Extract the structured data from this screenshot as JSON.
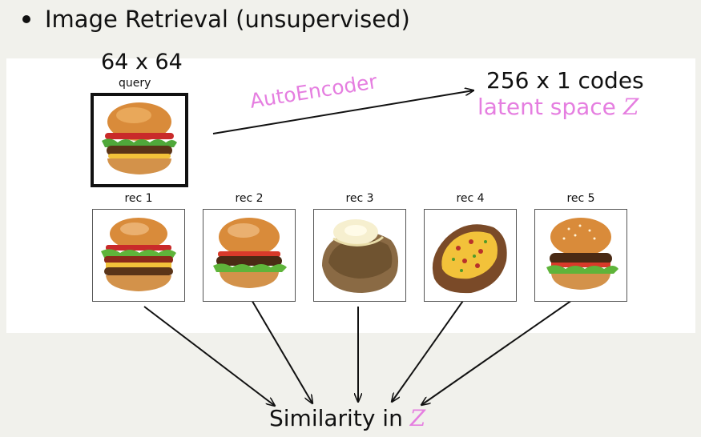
{
  "bullet": {
    "text": "Image Retrieval (unsupervised)"
  },
  "query": {
    "dimension_label": "64 x 64",
    "label": "query"
  },
  "encoder": {
    "label": "AutoEncoder"
  },
  "latent": {
    "codes_label": "256 x 1 codes",
    "space_prefix": "latent space ",
    "symbol": "Z"
  },
  "recs": [
    {
      "label": "rec 1",
      "image": "burger-icon"
    },
    {
      "label": "rec 2",
      "image": "burger-icon"
    },
    {
      "label": "rec 3",
      "image": "baked-potato-icon"
    },
    {
      "label": "rec 4",
      "image": "loaded-potato-icon"
    },
    {
      "label": "rec 5",
      "image": "burger-icon"
    }
  ],
  "similarity": {
    "prefix": "Similarity in ",
    "symbol": "Z"
  },
  "colors": {
    "accent": "#e57ee0",
    "text": "#111111",
    "background": "#f1f1ec",
    "panel": "#ffffff"
  }
}
